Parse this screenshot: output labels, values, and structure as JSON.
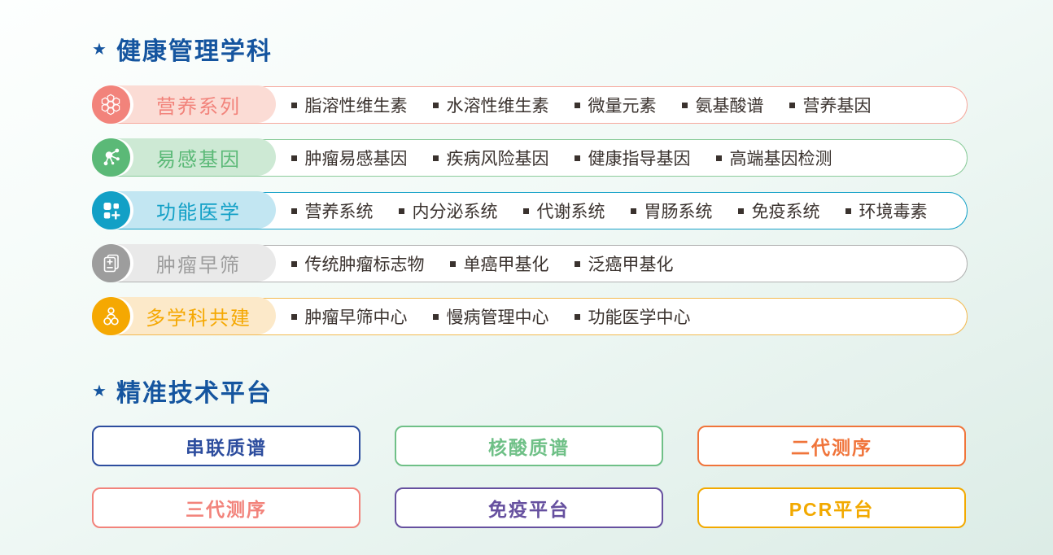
{
  "sections": {
    "disciplines": {
      "star": "★",
      "title": "健康管理学科",
      "title_color": "#15559f",
      "item_text_color": "#3a322e",
      "rows": [
        {
          "label": "营养系列",
          "icon": "honeycomb-icon",
          "color": "#f2837b",
          "tint": "#fbdcd5",
          "border": "#f6a99e",
          "items": [
            "脂溶性维生素",
            "水溶性维生素",
            "微量元素",
            "氨基酸谱",
            "营养基因"
          ]
        },
        {
          "label": "易感基因",
          "icon": "molecule-icon",
          "color": "#5bb977",
          "tint": "#cde9d4",
          "border": "#8bcc9b",
          "items": [
            "肿瘤易感基因",
            "疾病风险基因",
            "健康指导基因",
            "高端基因检测"
          ]
        },
        {
          "label": "功能医学",
          "icon": "grid-plus-icon",
          "color": "#12a0c6",
          "tint": "#c2e6f2",
          "border": "#18a2c8",
          "items": [
            "营养系统",
            "内分泌系统",
            "代谢系统",
            "胃肠系统",
            "免疫系统",
            "环境毒素"
          ]
        },
        {
          "label": "肿瘤早筛",
          "icon": "report-icon",
          "color": "#9d9d9d",
          "tint": "#e9e9e9",
          "border": "#b1b1b1",
          "items": [
            "传统肿瘤标志物",
            "单癌甲基化",
            "泛癌甲基化"
          ]
        },
        {
          "label": "多学科共建",
          "icon": "people-icon",
          "color": "#f5a802",
          "tint": "#fce9c9",
          "border": "#f3ba51",
          "items": [
            "肿瘤早筛中心",
            "慢病管理中心",
            "功能医学中心"
          ]
        }
      ]
    },
    "platforms": {
      "star": "★",
      "title": "精准技术平台",
      "title_color": "#15559f",
      "buttons": [
        {
          "label": "串联质谱",
          "color": "#2d4d9e"
        },
        {
          "label": "核酸质谱",
          "color": "#6fc087"
        },
        {
          "label": "二代测序",
          "color": "#f0743a"
        },
        {
          "label": "三代测序",
          "color": "#f2837b"
        },
        {
          "label": "免疫平台",
          "color": "#66509f"
        },
        {
          "label": "PCR平台",
          "color": "#f2a900"
        }
      ]
    }
  }
}
